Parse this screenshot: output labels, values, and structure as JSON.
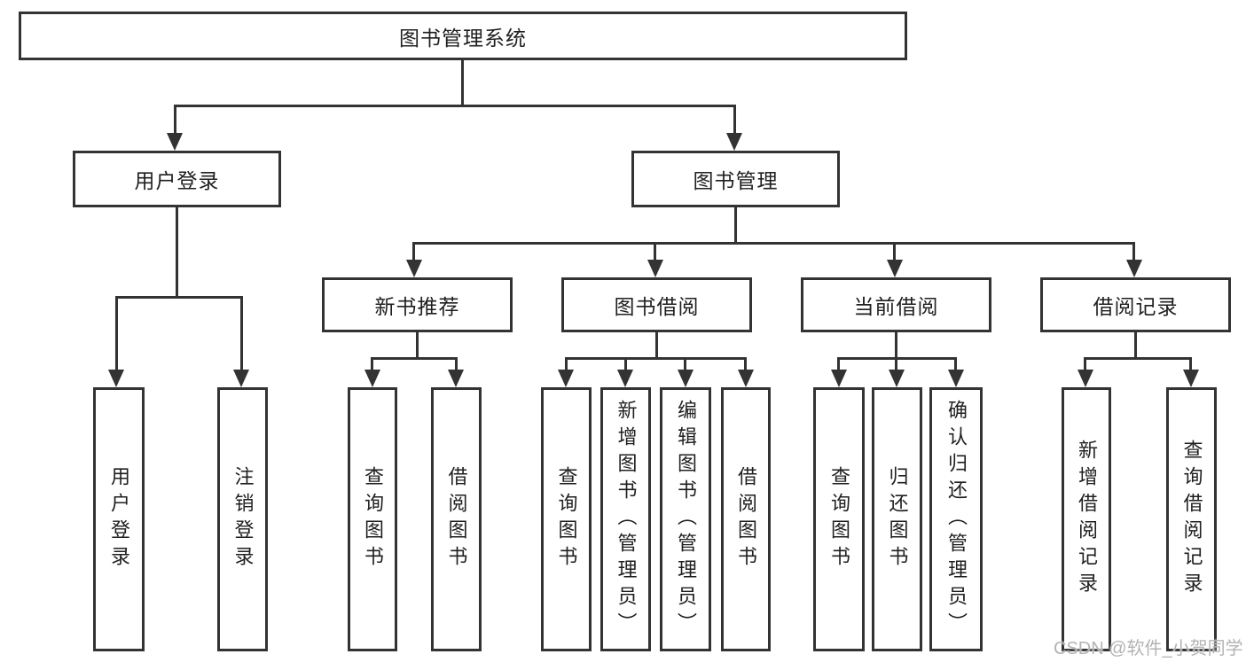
{
  "diagram_type": "hierarchy-tree",
  "tree": {
    "label": "图书管理系统",
    "children": [
      {
        "label": "用户登录",
        "children": [
          {
            "label": "用户登录"
          },
          {
            "label": "注销登录"
          }
        ]
      },
      {
        "label": "图书管理",
        "children": [
          {
            "label": "新书推荐",
            "children": [
              {
                "label": "查询图书"
              },
              {
                "label": "借阅图书"
              }
            ]
          },
          {
            "label": "图书借阅",
            "children": [
              {
                "label": "查询图书"
              },
              {
                "label": "新增图书（管理员）"
              },
              {
                "label": "编辑图书（管理员）"
              },
              {
                "label": "借阅图书"
              }
            ]
          },
          {
            "label": "当前借阅",
            "children": [
              {
                "label": "查询图书"
              },
              {
                "label": "归还图书"
              },
              {
                "label": "确认归还（管理员）"
              }
            ]
          },
          {
            "label": "借阅记录",
            "children": [
              {
                "label": "新增借阅记录"
              },
              {
                "label": "查询借阅记录"
              }
            ]
          }
        ]
      }
    ]
  },
  "watermark": {
    "text": "CSDN @软件_小贺同学"
  },
  "colors": {
    "line": "#333333",
    "text": "#1f1f1f",
    "background": "#ffffff",
    "watermark": "#b3b3b3"
  }
}
